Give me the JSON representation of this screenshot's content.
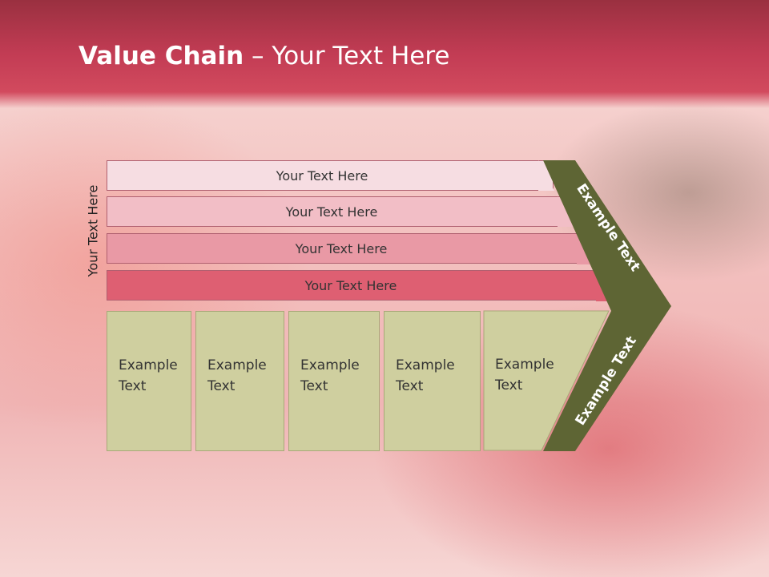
{
  "title": {
    "bold": "Value Chain",
    "rest": " – Your Text Here"
  },
  "side_label": "Your Text Here",
  "bars": [
    {
      "label": "Your Text Here",
      "color": "#f6dde2"
    },
    {
      "label": "Your Text Here",
      "color": "#f2bec6"
    },
    {
      "label": "Your Text Here",
      "color": "#e999a5"
    },
    {
      "label": "Your Text Here",
      "color": "#de5f72"
    }
  ],
  "cards": [
    {
      "line1": "Example",
      "line2": "Text"
    },
    {
      "line1": "Example",
      "line2": "Text"
    },
    {
      "line1": "Example",
      "line2": "Text"
    },
    {
      "line1": "Example",
      "line2": "Text"
    },
    {
      "line1": "Example",
      "line2": "Text"
    }
  ],
  "chevron": {
    "upper_label": "Example Text",
    "lower_label": "Example Text",
    "color": "#5e6534"
  },
  "colors": {
    "header": "#c23c54",
    "card": "#cfcf9f"
  }
}
